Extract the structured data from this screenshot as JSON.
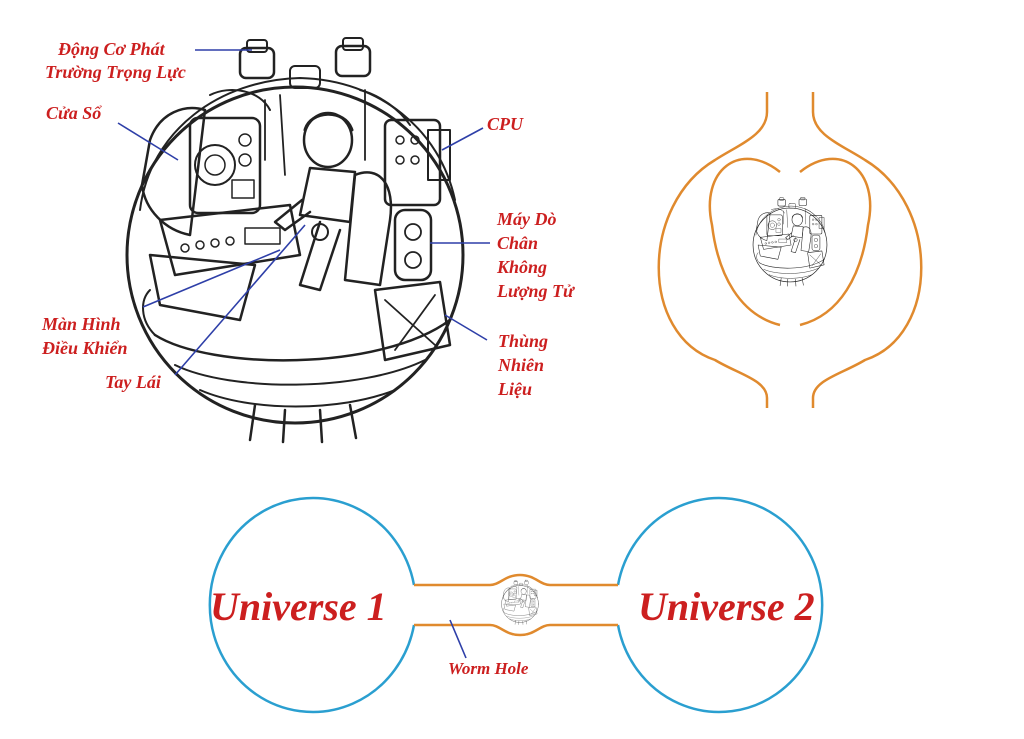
{
  "ship_labels": {
    "gravity_engine_line1": "Động Cơ Phát",
    "gravity_engine_line2": "Trường Trọng Lực",
    "window": "Cửa Sổ",
    "cpu": "CPU",
    "vacuum_probe_line1": "Máy Dò",
    "vacuum_probe_line2": "Chân",
    "vacuum_probe_line3": "Không",
    "vacuum_probe_line4": "Lượng Tử",
    "control_screen_line1": "Màn Hình",
    "control_screen_line2": "Điều Khiển",
    "fuel_tank_line1": "Thùng",
    "fuel_tank_line2": "Nhiên",
    "fuel_tank_line3": "Liệu",
    "steering": "Tay Lái"
  },
  "universe_labels": {
    "universe_1": "Universe 1",
    "universe_2": "Universe 2",
    "worm_hole": "Worm Hole"
  },
  "colors": {
    "label_red": "#cc1f1f",
    "leader_blue": "#2e3fa8",
    "wormhole_orange": "#e08a2e",
    "universe_blue": "#2a9fd0"
  }
}
